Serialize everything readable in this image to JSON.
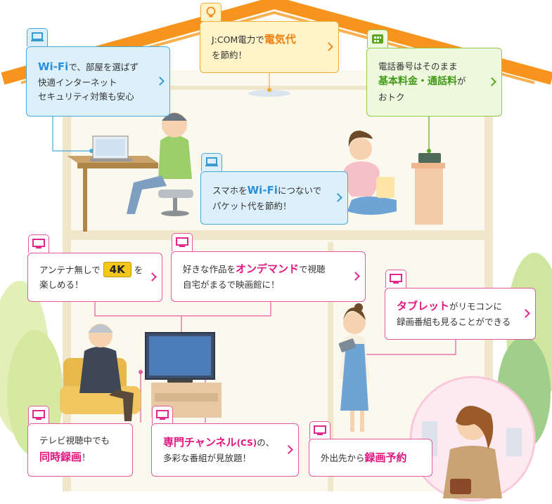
{
  "cards": {
    "wifi": {
      "line1_hl": "Wi-Fi",
      "line1_rest": "で、部屋を選ばず",
      "line2": "快適インターネット",
      "line3": "セキュリティ対策も安心"
    },
    "power": {
      "line1_pre": "J:COM電力で",
      "line1_hl": "電気代",
      "line2": "を節約！"
    },
    "phone": {
      "line1": "電話番号はそのまま",
      "line2_hl": "基本料金・通話料",
      "line2_rest": "が",
      "line3": "おトク"
    },
    "smartphone": {
      "line1_pre": "スマホを",
      "line1_hl": "Wi-Fi",
      "line1_rest": "につないで",
      "line2": "パケット代を節約！"
    },
    "antenna4k": {
      "line1_pre": "アンテナ無しで",
      "badge": "4K",
      "line1_rest": "を",
      "line2": "楽しめる！"
    },
    "ondemand": {
      "line1_pre": "好きな作品を",
      "line1_hl": "オンデマンド",
      "line1_rest": "で視聴",
      "line2": "自宅がまるで映画館に！"
    },
    "tablet": {
      "line1_hl": "タブレット",
      "line1_rest": "がリモコンに",
      "line2": "録画番組も見ることができる"
    },
    "record": {
      "line1": "テレビ視聴中でも",
      "line2_hl": "同時録画",
      "line2_rest": "！"
    },
    "channel": {
      "line1_hl": "専門チャンネル",
      "line1_cs": "(CS)",
      "line1_rest": "の、",
      "line2": "多彩な番組が見放題！"
    },
    "remote": {
      "line1_pre": "外出先から",
      "line1_hl": "録画予約"
    }
  },
  "colors": {
    "roof": "#f7941d",
    "blue_accent": "#2a8fd8",
    "orange_accent": "#f07f10",
    "green_accent": "#3f9a16",
    "pink_accent": "#e3157f"
  }
}
